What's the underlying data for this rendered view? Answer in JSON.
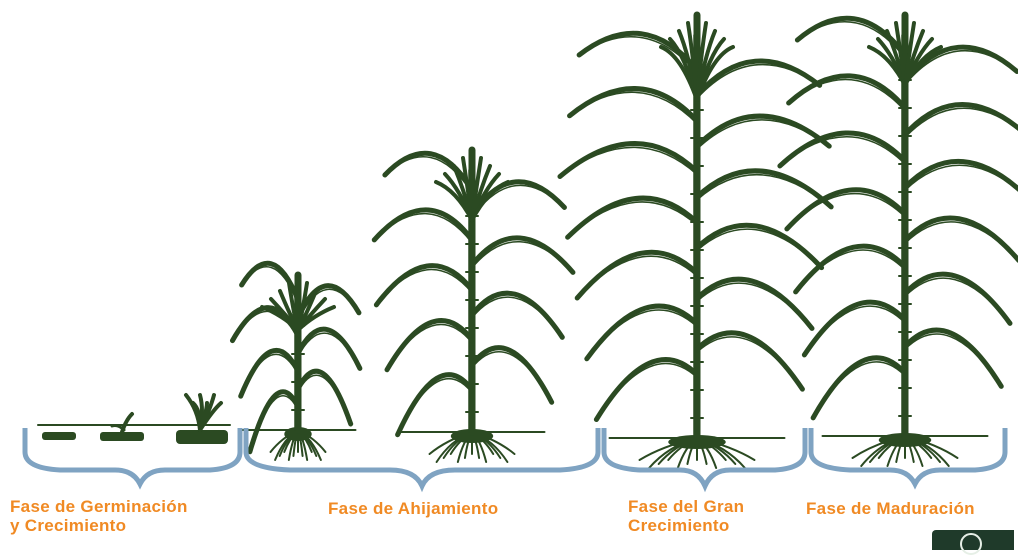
{
  "phases": [
    {
      "label_line1": "Fase de Germinación",
      "label_line2": "y Crecimiento"
    },
    {
      "label_line1": "Fase de Ahijamiento",
      "label_line2": ""
    },
    {
      "label_line1": "Fase del Gran",
      "label_line2": "Crecimiento"
    },
    {
      "label_line1": "Fase de Maduración",
      "label_line2": ""
    }
  ],
  "colors": {
    "plant": "#2b4a22",
    "bracket": "#7fa3c2",
    "label": "#f08a24"
  }
}
